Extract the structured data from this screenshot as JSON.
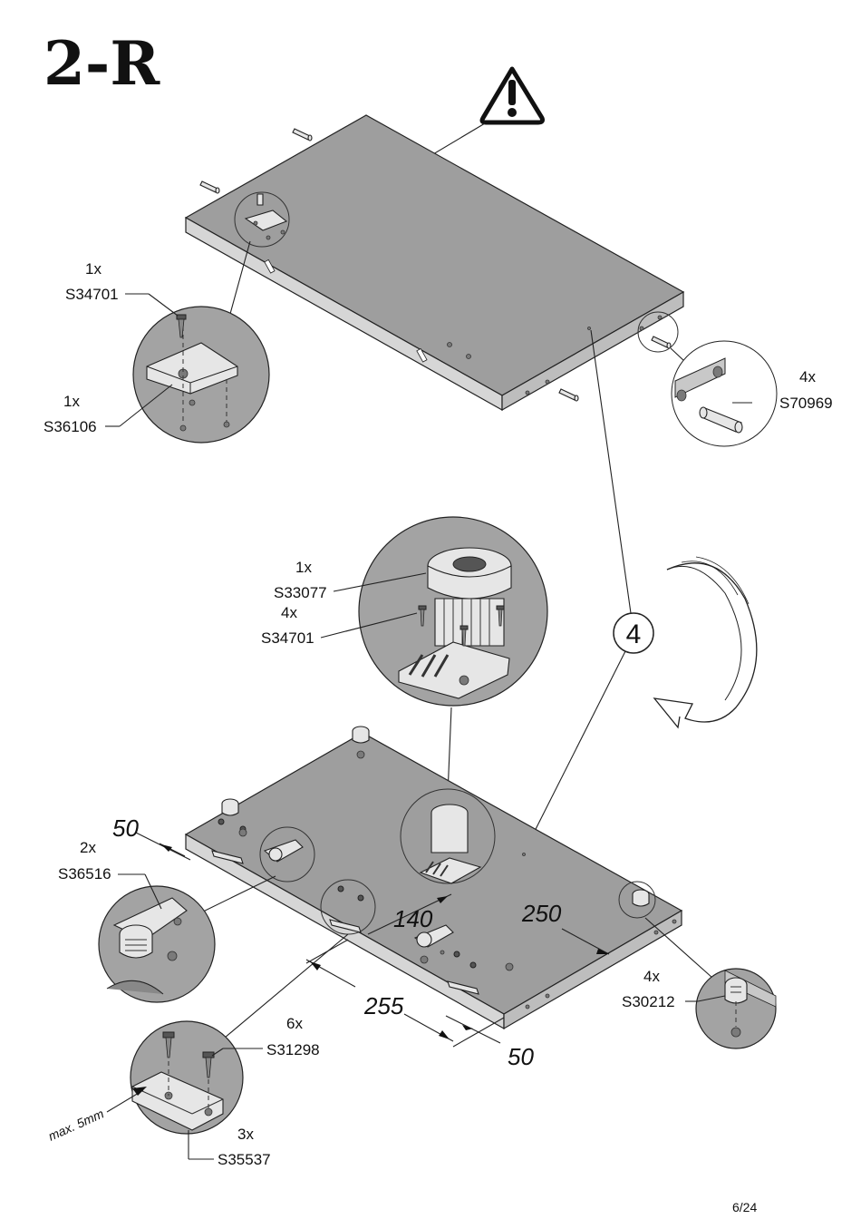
{
  "step": {
    "title": "2-R",
    "step_number": "4",
    "page": "6/24"
  },
  "parts": {
    "screw_top": {
      "qty": "1x",
      "code": "S34701"
    },
    "plate_top": {
      "qty": "1x",
      "code": "S36106"
    },
    "dowel": {
      "qty": "4x",
      "code": "S70969"
    },
    "foot": {
      "qty": "1x",
      "code": "S33077"
    },
    "foot_screws": {
      "qty": "4x",
      "code": "S34701"
    },
    "cam_bottom": {
      "qty": "2x",
      "code": "S36516"
    },
    "screws_b": {
      "qty": "6x",
      "code": "S31298"
    },
    "plate_b": {
      "qty": "3x",
      "code": "S35537"
    },
    "cam_right": {
      "qty": "4x",
      "code": "S30212"
    }
  },
  "dimensions": {
    "d50_left": "50",
    "d140": "140",
    "d250": "250",
    "d255": "255",
    "d50_bottom": "50",
    "max_gap": "max. 5mm"
  },
  "icons": [
    "warning-icon",
    "rotate-arrow-icon"
  ]
}
